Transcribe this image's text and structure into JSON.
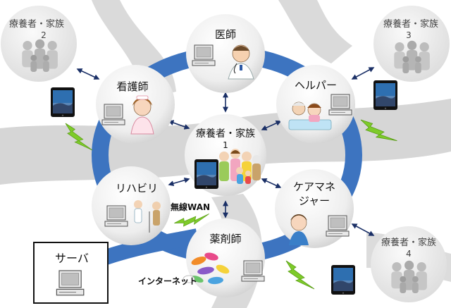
{
  "nodes": {
    "doctor": {
      "label": "医師"
    },
    "nurse": {
      "label": "看護師"
    },
    "helper": {
      "label": "ヘルパー"
    },
    "patient1": {
      "label": "療養者・家族",
      "number": "1"
    },
    "rehab": {
      "label": "リハビリ"
    },
    "care_manager": {
      "label_line1": "ケアマネ",
      "label_line2": "ジャー"
    },
    "pharmacist": {
      "label": "薬剤師"
    },
    "patient2": {
      "label": "療養者・家族",
      "number": "2"
    },
    "patient3": {
      "label": "療養者・家族",
      "number": "3"
    },
    "patient4": {
      "label": "療養者・家族",
      "number": "4"
    }
  },
  "server": {
    "label": "サーバ"
  },
  "network": {
    "wireless_label": "無線WAN",
    "internet_label": "インターネット"
  },
  "colors": {
    "ring_blue": "#3d74c0",
    "gray_band": "#d2d2d2",
    "arrow": "#1a2f66",
    "bolt": "#7ecb2a",
    "node_fill": "#f4f4f4"
  },
  "icons": [
    "computer-icon",
    "tablet-icon",
    "lightning-icon",
    "doctor-icon",
    "nurse-icon",
    "family-icon",
    "pills-icon"
  ]
}
